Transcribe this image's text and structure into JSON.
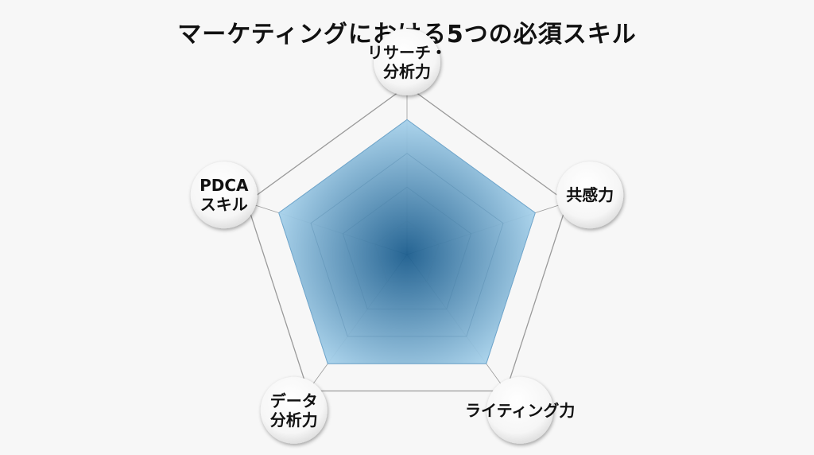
{
  "chart_data": {
    "type": "radar",
    "title": "マーケティングにおける5つの必須スキル",
    "axes": [
      {
        "label_lines": [
          "リサーチ・",
          "分析力"
        ]
      },
      {
        "label_lines": [
          "共感力"
        ]
      },
      {
        "label_lines": [
          "ライティング力"
        ]
      },
      {
        "label_lines": [
          "データ",
          "分析力"
        ]
      },
      {
        "label_lines": [
          "PDCA",
          "スキル"
        ]
      }
    ],
    "values": [
      4,
      4,
      4,
      4,
      4
    ],
    "rmax": 5,
    "levels": 5,
    "grid": true,
    "fill_color_center": "#1b5d8e",
    "fill_color_edge": "#a9d3ec",
    "grid_color": "#9a9a9a"
  }
}
